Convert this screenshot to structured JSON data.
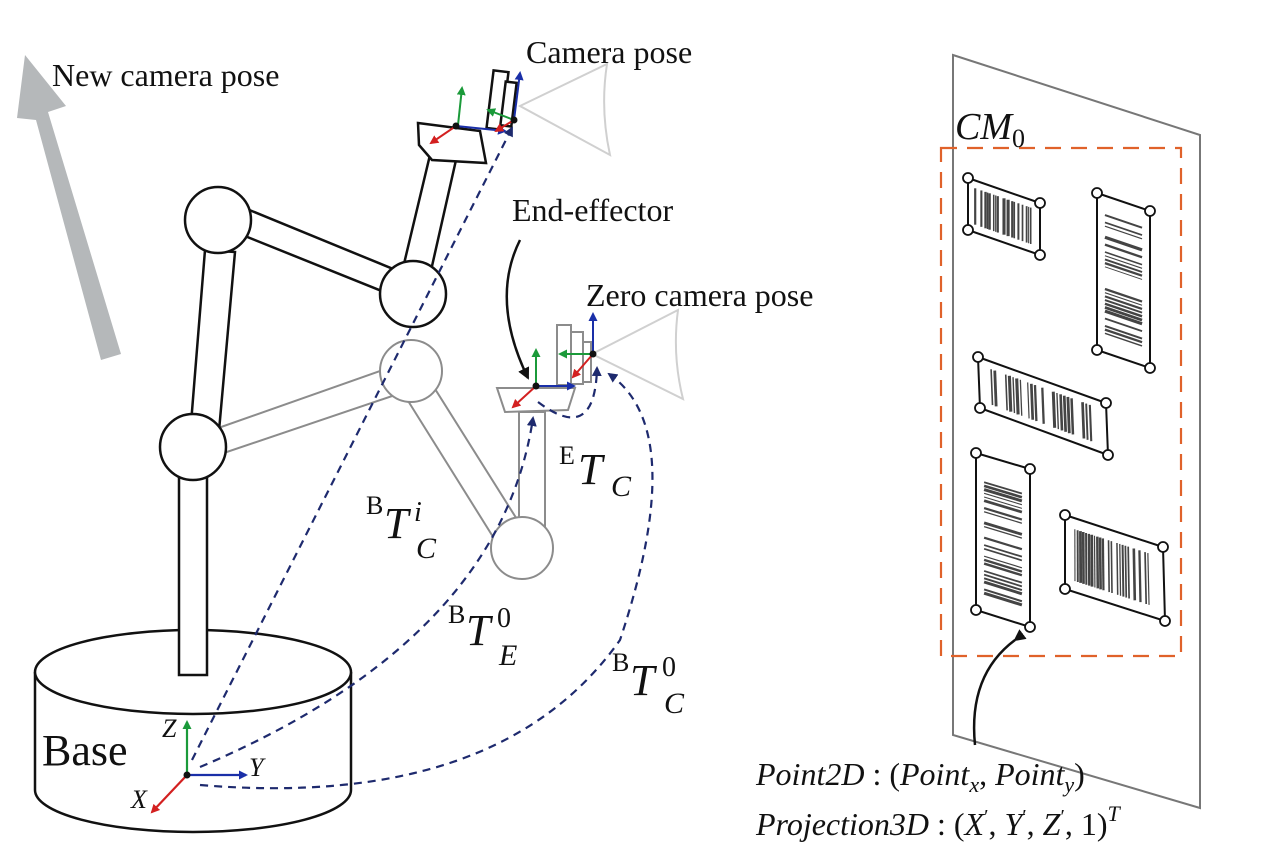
{
  "labels": {
    "new_camera_pose": "New camera pose",
    "camera_pose": "Camera pose",
    "end_effector": "End-effector",
    "zero_camera_pose": "Zero camera pose",
    "base": "Base",
    "board_name": "CM",
    "board_sub": "0"
  },
  "axes": {
    "x": "X",
    "y": "Y",
    "z": "Z"
  },
  "transforms": {
    "b_t_ci": {
      "pre": "B",
      "main": "T",
      "sup": "i",
      "sub": "C"
    },
    "b_t_e0": {
      "pre": "B",
      "main": "T",
      "sup": "0",
      "sub": "E"
    },
    "b_t_c0": {
      "pre": "B",
      "main": "T",
      "sup": "0",
      "sub": "C"
    },
    "e_t_c": {
      "pre": "E",
      "main": "T",
      "sub": "C"
    }
  },
  "formulas": {
    "point2d": {
      "name": "Point2D",
      "sep": " : (",
      "a": "Point",
      "a_sub": "x",
      "comma": ", ",
      "b": "Point",
      "b_sub": "y",
      "close": ")"
    },
    "projection3d": {
      "name": "Projection3D",
      "sep": " : (",
      "x": "X",
      "y": "Y",
      "z": "Z",
      "prime": "′",
      "comma": ", ",
      "one": "1",
      "close": ")",
      "sup": "T"
    }
  },
  "colors": {
    "ink": "#111111",
    "ghost": "#8c8c8c",
    "dashed_path": "#1e2a6e",
    "board_outline": "#e0622a",
    "axis_x": "#d32020",
    "axis_y": "#1a2fa8",
    "axis_z": "#1b9a3a",
    "motion_arrow": "#b5b8ba"
  }
}
